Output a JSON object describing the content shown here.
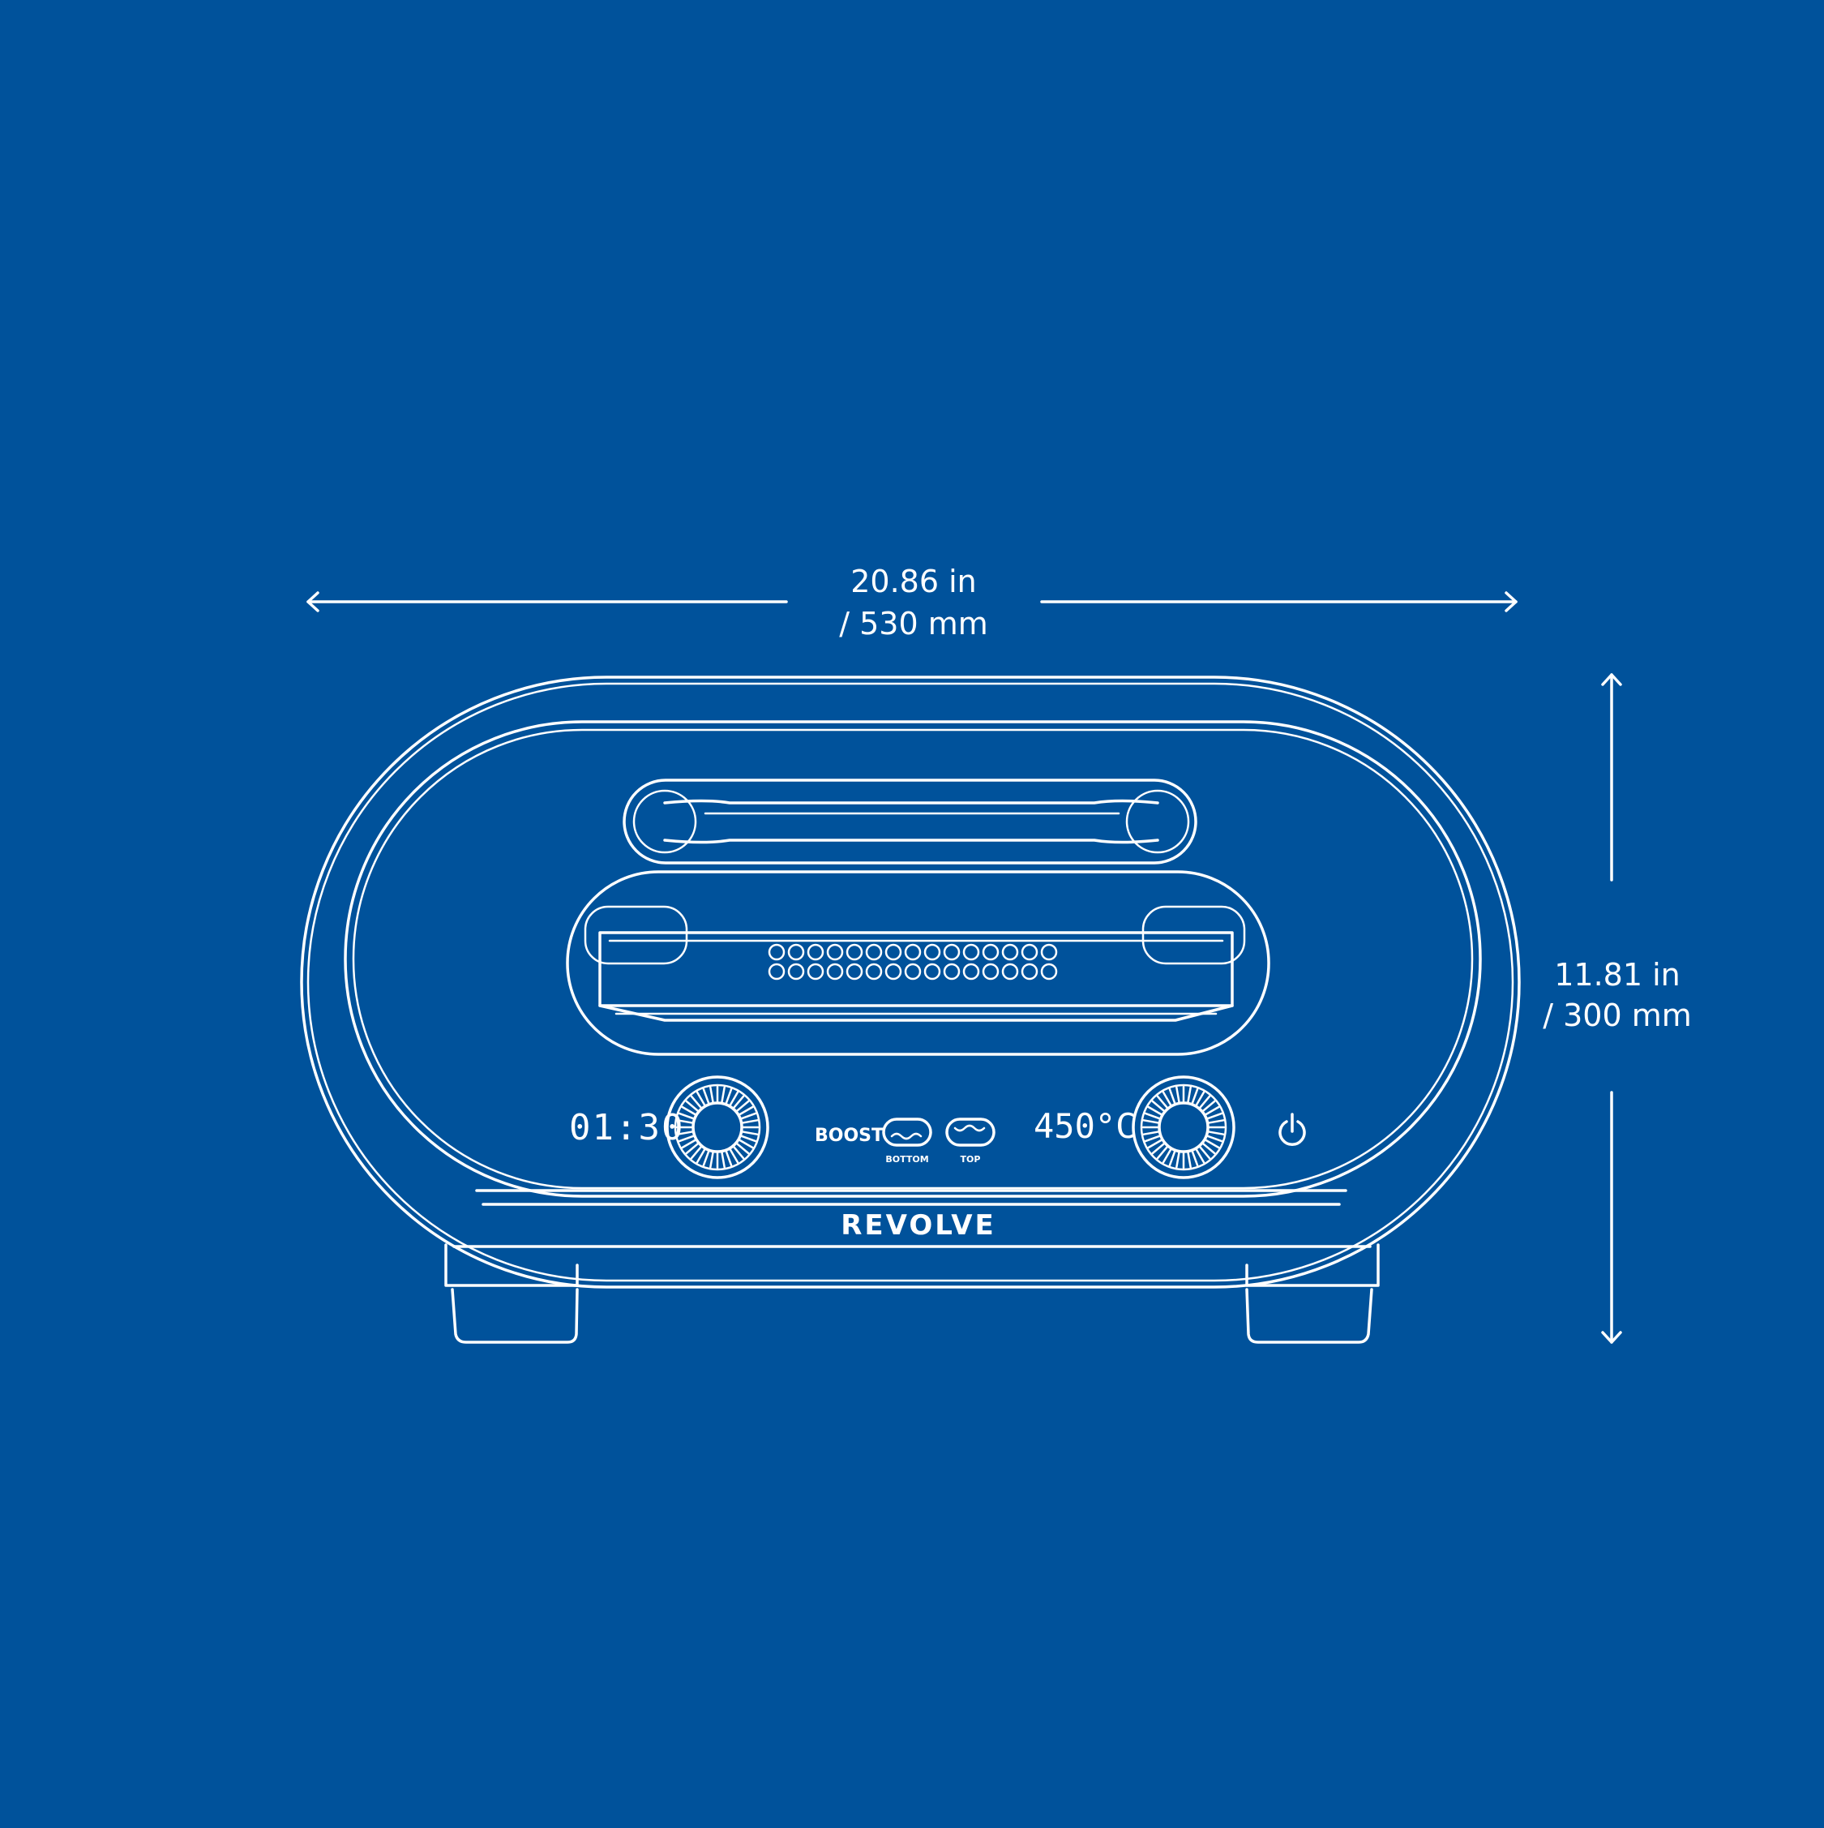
{
  "colors": {
    "background": "#00529b",
    "line": "#ffffff"
  },
  "dimensions": {
    "width": {
      "line1": "20.86 in",
      "line2": "/ 530 mm"
    },
    "height": {
      "line1": "11.81 in",
      "line2": "/ 300 mm"
    }
  },
  "oven": {
    "brand": "REVOLVE",
    "timer_display": "01:30",
    "temperature_display": "450°C",
    "boost_label": "BOOST",
    "bottom_label": "BOTTOM",
    "top_label": "TOP",
    "icons": [
      "timer-knob-icon",
      "temperature-knob-icon",
      "power-icon",
      "bottom-heat-icon",
      "top-heat-icon"
    ]
  }
}
